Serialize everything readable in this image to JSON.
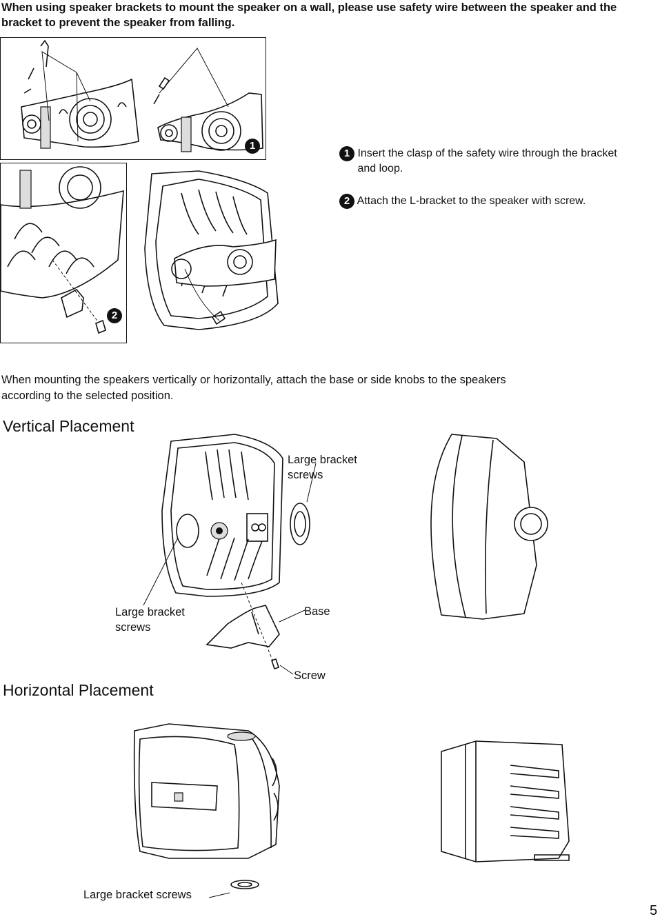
{
  "intro": "When using speaker brackets to mount the speaker on a wall, please use safety wire between the speaker and the bracket to prevent the speaker from falling.",
  "steps": [
    {
      "num": "1",
      "text": "Insert the clasp of the safety wire through the bracket and loop."
    },
    {
      "num": "2",
      "text": "Attach the L-bracket to the speaker with screw."
    }
  ],
  "callouts": {
    "fig1_num": "1",
    "fig2_num": "2"
  },
  "mounting_note": "When mounting the speakers vertically or horizontally, attach the base or side knobs to the speakers according to the selected position.",
  "vertical": {
    "title": "Vertical Placement",
    "label_top": "Large bracket screws",
    "label_left": "Large bracket screws",
    "label_base": "Base",
    "label_screw": "Screw"
  },
  "horizontal": {
    "title": "Horizontal Placement",
    "label_screws": "Large bracket screws"
  },
  "page_number": "5"
}
